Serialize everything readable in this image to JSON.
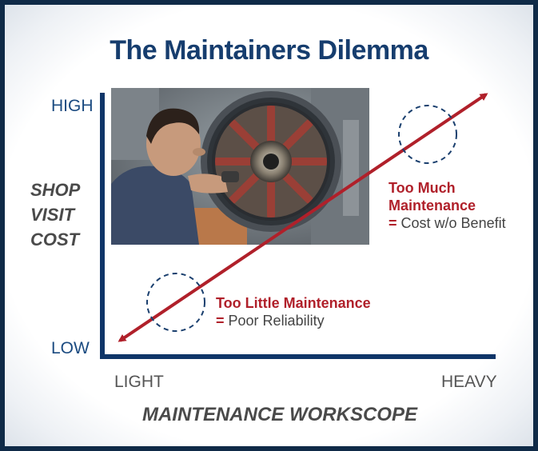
{
  "title": "The Maintainers Dilemma",
  "y_axis": {
    "high": "HIGH",
    "low": "LOW",
    "name_lines": [
      "SHOP",
      "VISIT",
      "COST"
    ]
  },
  "x_axis": {
    "light": "LIGHT",
    "heavy": "HEAVY",
    "name": "MAINTENANCE WORKSCOPE"
  },
  "callouts": {
    "too_much": {
      "head_line1": "Too Much",
      "head_line2": "Maintenance",
      "equals": "=",
      "result": "Cost w/o Benefit"
    },
    "too_little": {
      "head": "Too Little Maintenance",
      "equals": "=",
      "result": "Poor Reliability"
    }
  },
  "colors": {
    "frame": "#0f2a47",
    "title": "#163d6e",
    "axis": "#0f3568",
    "arrow": "#b0202a",
    "circle": "#1a3f6e"
  },
  "photo_subject": "mechanic-inspecting-engine"
}
